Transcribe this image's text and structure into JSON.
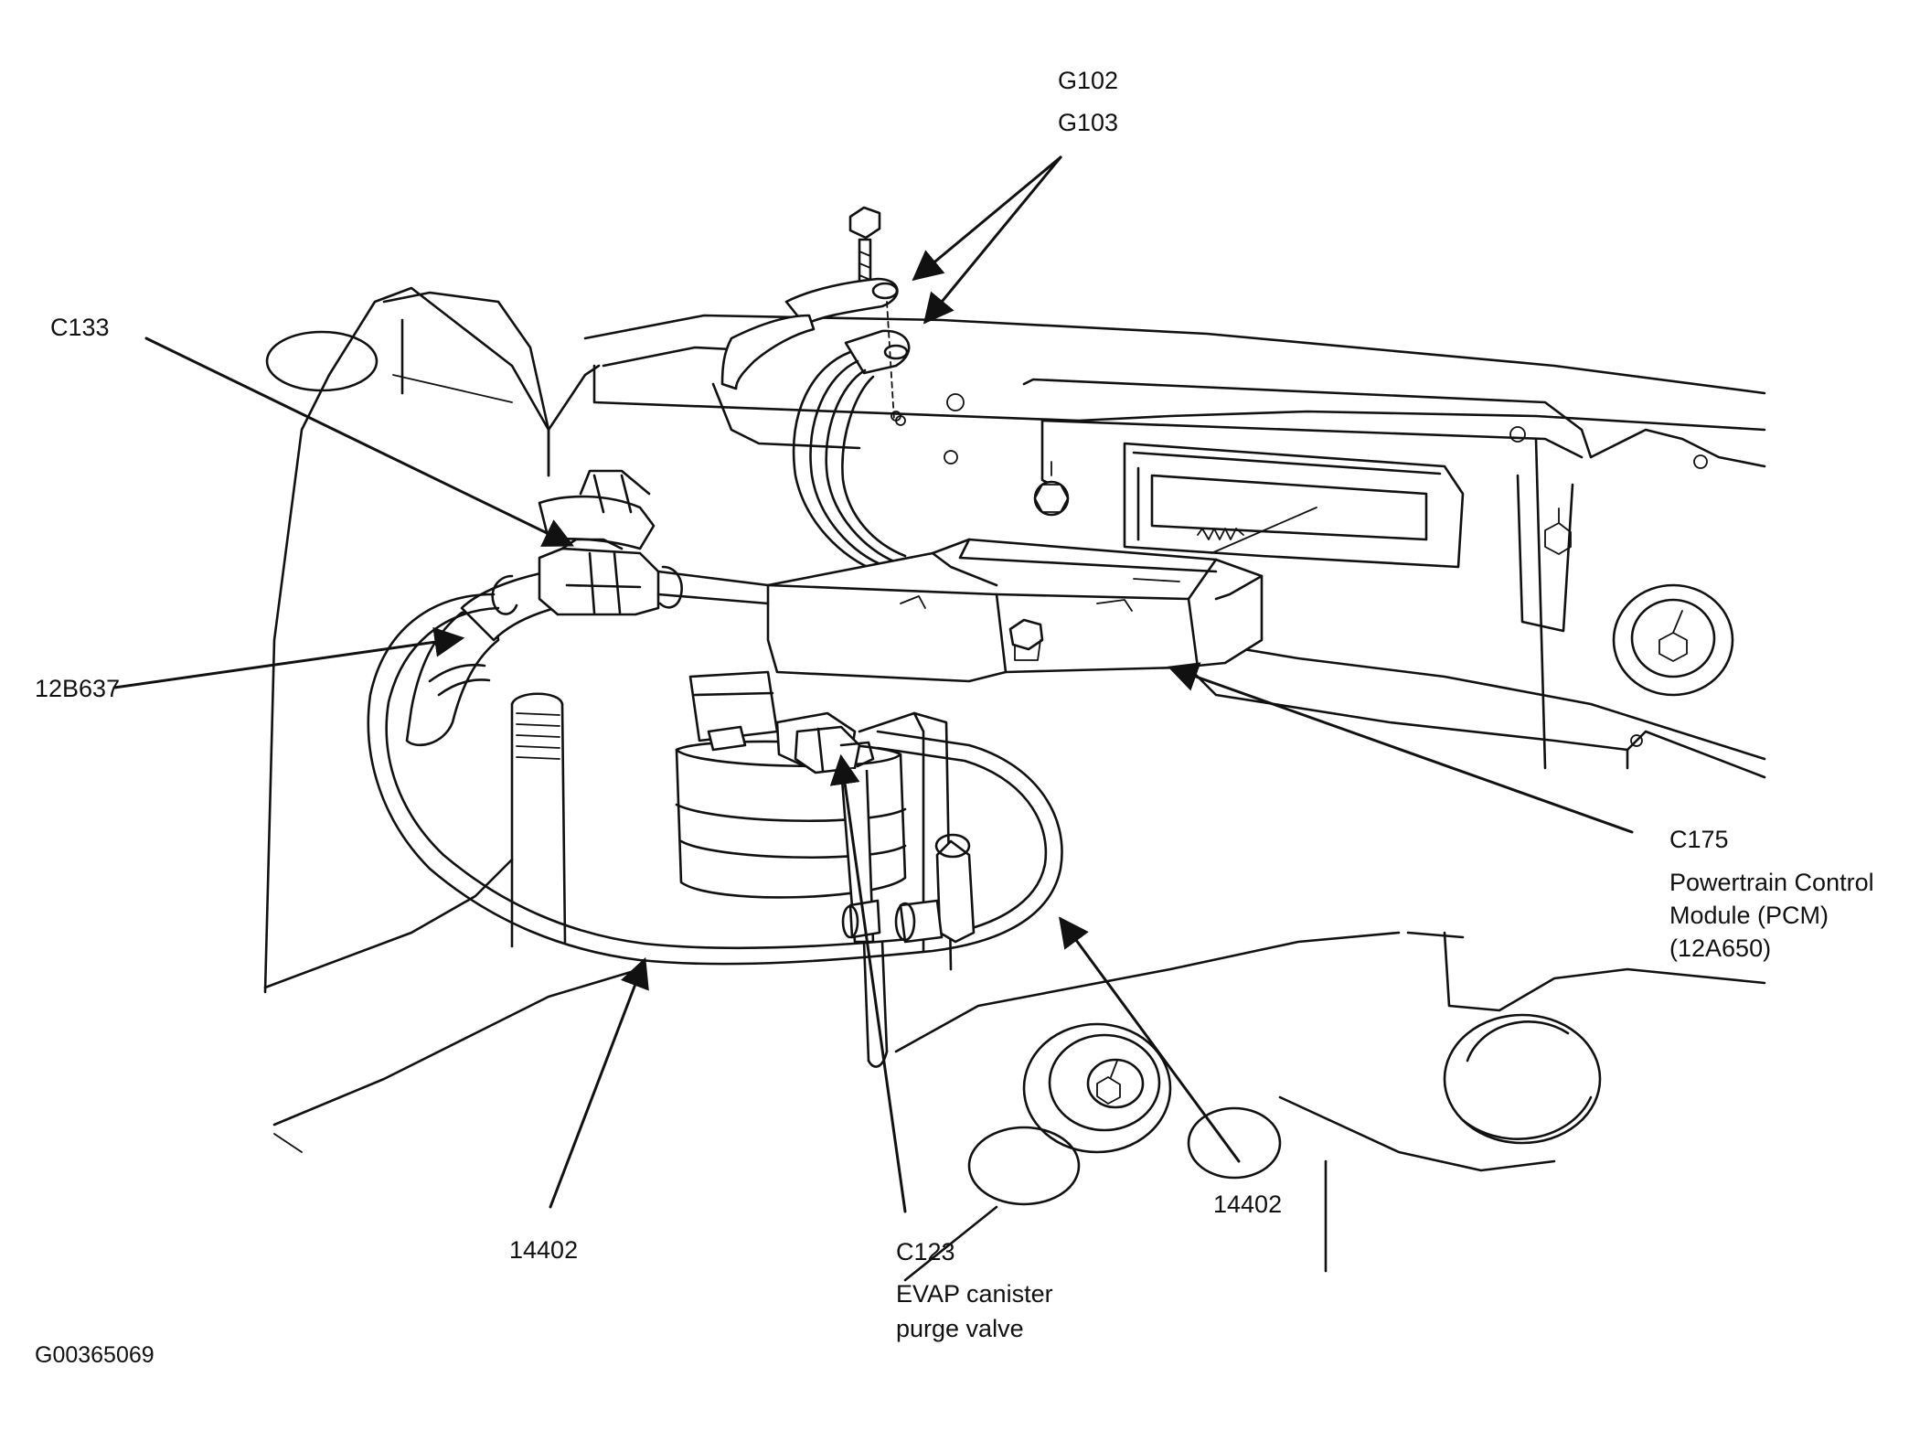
{
  "labels": {
    "g102": "G102",
    "g103": "G103",
    "c133": "C133",
    "hose": "12B637",
    "c175": "C175",
    "pcm_line1": "Powertrain Control",
    "pcm_line2": "Module (PCM)",
    "pcm_line3": "(12A650)",
    "harness_left": "14402",
    "harness_right": "14402",
    "c123": "C123",
    "evap_line1": "EVAP canister",
    "evap_line2": "purge valve",
    "figure_id": "G00365069"
  },
  "colors": {
    "line": "#111111",
    "background": "#ffffff"
  }
}
